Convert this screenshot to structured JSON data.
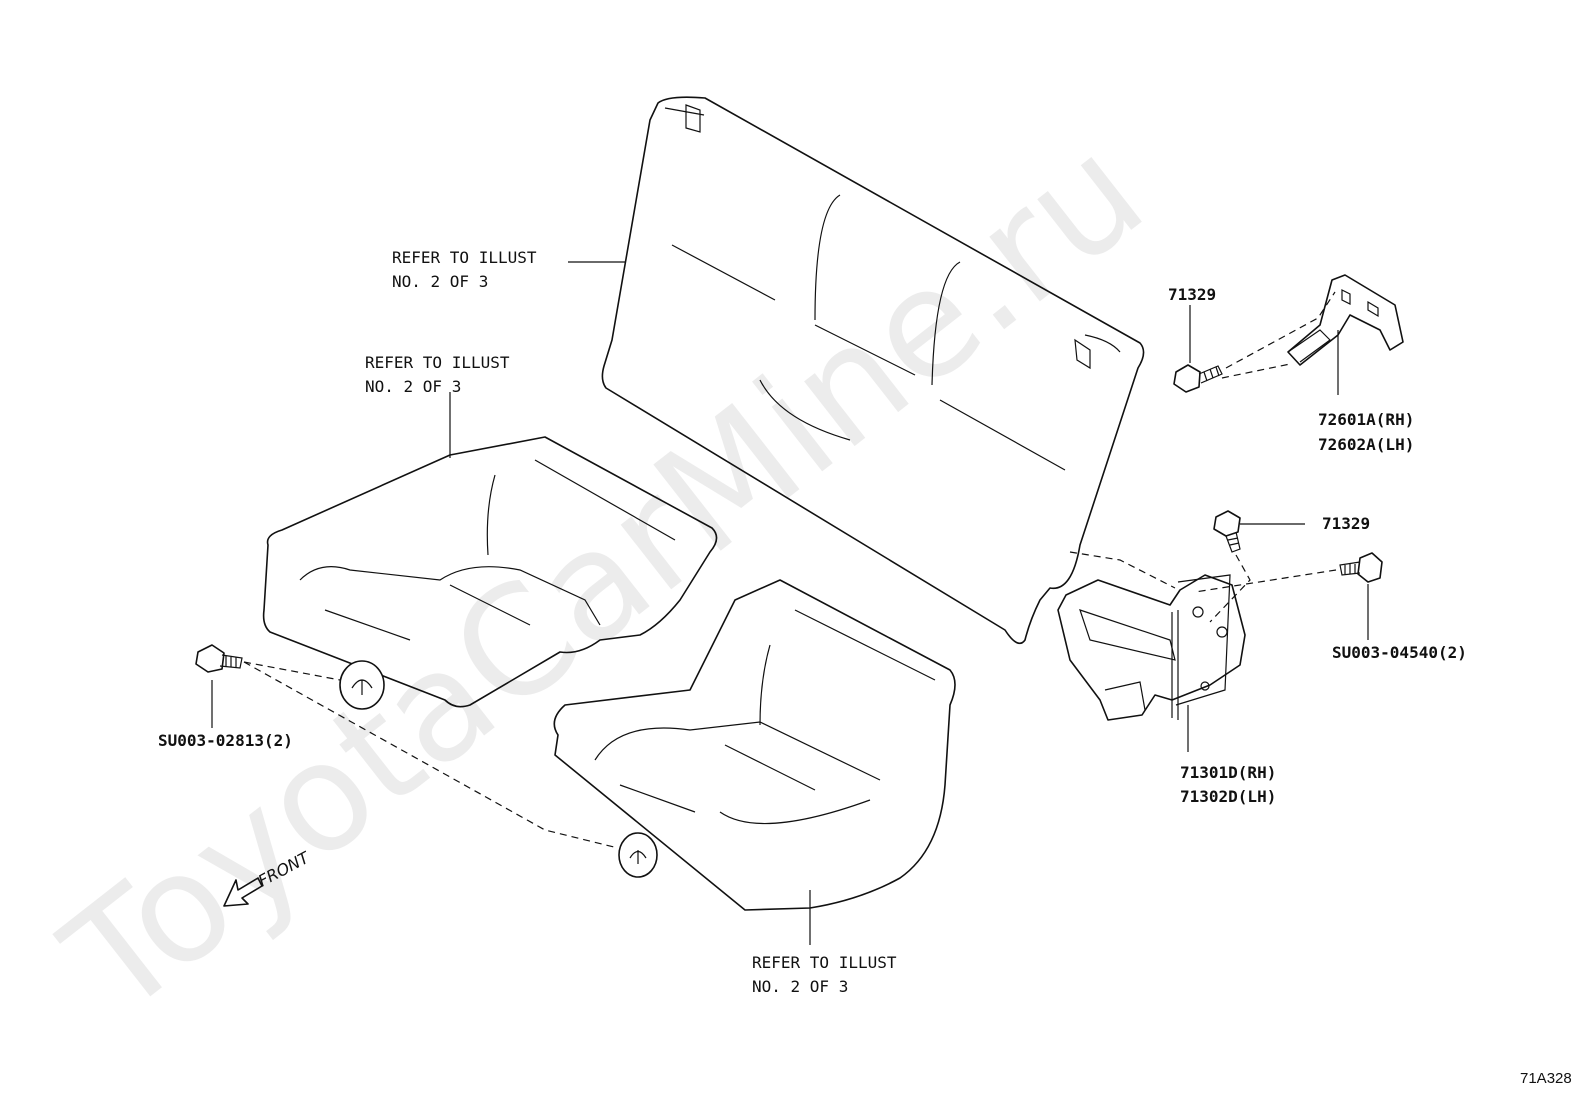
{
  "watermark": "ToyotaCarMine.ru",
  "references": [
    {
      "line1": "REFER TO ILLUST",
      "line2": "NO. 2  OF  3"
    },
    {
      "line1": "REFER TO ILLUST",
      "line2": "NO. 2  OF  3"
    },
    {
      "line1": "REFER TO ILLUST",
      "line2": "NO. 2  OF  3"
    }
  ],
  "parts": {
    "bolt_upper": "71329",
    "bolt_lower": "71329",
    "hinge_cover_rh": "72601A(RH)",
    "hinge_cover_lh": "72602A(LH)",
    "hinge_rh": "71301D(RH)",
    "hinge_lh": "71302D(LH)",
    "bolt_right": "SU003-04540(2)",
    "bolt_left": "SU003-02813(2)"
  },
  "front_indicator": "FRONT",
  "diagram_code": "71A328"
}
